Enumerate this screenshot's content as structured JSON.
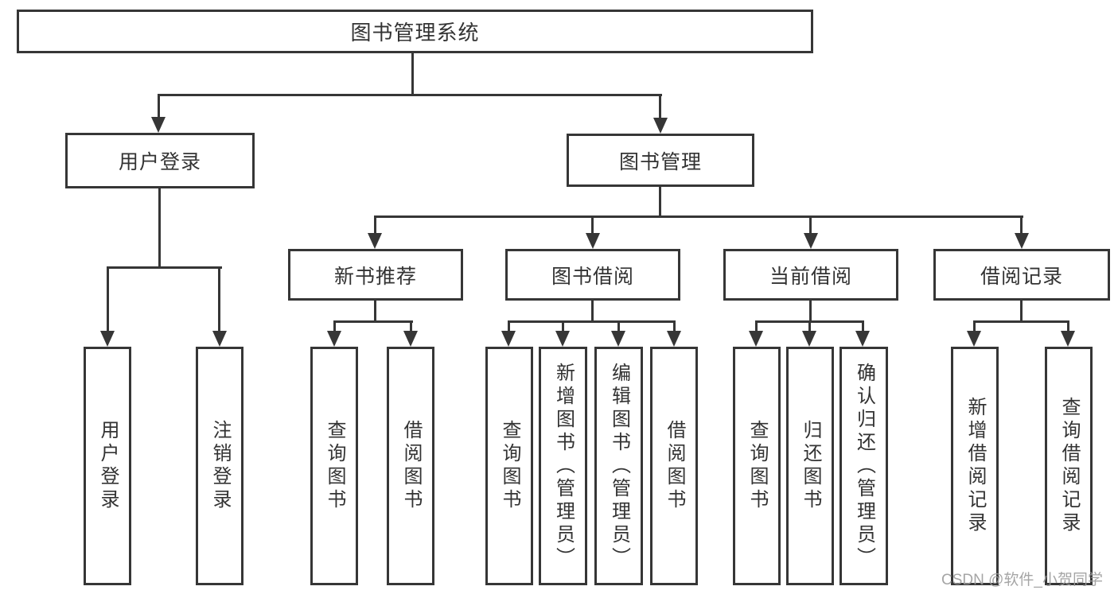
{
  "diagram": {
    "root": {
      "label": "图书管理系统"
    },
    "level2": [
      {
        "label": "用户登录"
      },
      {
        "label": "图书管理"
      }
    ],
    "level3": [
      {
        "label": "新书推荐"
      },
      {
        "label": "图书借阅"
      },
      {
        "label": "当前借阅"
      },
      {
        "label": "借阅记录"
      }
    ],
    "leaves": {
      "user_login": [
        {
          "label": "用户登录"
        },
        {
          "label": "注销登录"
        }
      ],
      "new_book": [
        {
          "label": "查询图书"
        },
        {
          "label": "借阅图书"
        }
      ],
      "book_borrow": [
        {
          "label": "查询图书"
        },
        {
          "label": "新增图书（管理员）"
        },
        {
          "label": "编辑图书（管理员）"
        },
        {
          "label": "借阅图书"
        }
      ],
      "current_borrow": [
        {
          "label": "查询图书"
        },
        {
          "label": "归还图书"
        },
        {
          "label": "确认归还（管理员）"
        }
      ],
      "borrow_record": [
        {
          "label": "新增借阅记录"
        },
        {
          "label": "查询借阅记录"
        }
      ]
    }
  },
  "colors": {
    "line": "#363636",
    "text": "#333333",
    "watermark": "#9c9c9c"
  },
  "watermark": {
    "text": "CSDN @软件_小贺同学"
  }
}
